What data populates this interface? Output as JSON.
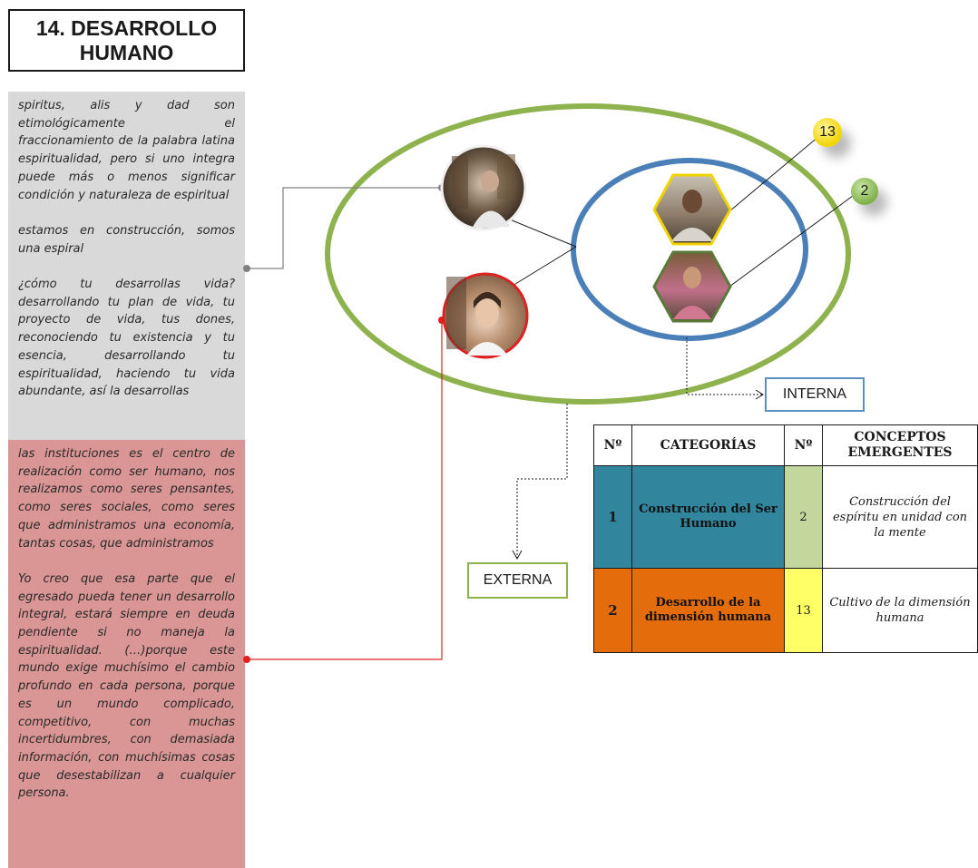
{
  "title": "14. DESARROLLO HUMANO",
  "quotes_gray": [
    "spiritus, alis y dad son etimológicamente el fraccionamiento de la palabra latina espiritualidad, pero si uno integra puede más o menos significar condición y naturaleza de espiritual",
    "estamos en construcción, somos una espiral",
    "¿cómo tu desarrollas vida? desarrollando tu plan de vida, tu proyecto de vida, tus dones, reconociendo tu existencia y tu esencia, desarrollando tu espiritualidad, haciendo tu vida abundante, así la desarrollas"
  ],
  "quotes_red": [
    "las instituciones es el centro de realización como ser humano, nos realizamos como seres pensantes, como seres sociales, como seres que administramos una economía, tantas cosas, que administramos",
    "Yo creo que esa parte que el egresado pueda tener un desarrollo integral, estará siempre en deuda pendiente si no maneja la espiritualidad. (…)porque este mundo exige muchísimo el cambio profundo en cada persona, porque es un mundo complicado, competitivo, con muchas incertidumbres, con demasiada información, con muchísimas cosas que desestabilizan a cualquier persona."
  ],
  "diagram": {
    "label_interna": "INTERNA",
    "label_externa": "EXTERNA",
    "count_yellow": "13",
    "count_green": "2",
    "colors": {
      "outer_ellipse": "#8eb34e",
      "inner_ellipse": "#4a7fb8",
      "yellow": "#f2d300",
      "green": "#7fb04a",
      "red_connector": "#e02020"
    }
  },
  "table": {
    "headers": [
      "Nº",
      "CATEGORÍAS",
      "Nº",
      "CONCEPTOS EMERGENTES"
    ],
    "rows": [
      {
        "num": "1",
        "category": "Construcción del Ser Humano",
        "count": "2",
        "emergent": "Construcción del espíritu en unidad con la mente"
      },
      {
        "num": "2",
        "category": "Desarrollo de la dimensión humana",
        "count": "13",
        "emergent": "Cultivo de la dimensión humana"
      }
    ],
    "colors": {
      "row1_category": "#31859c",
      "row1_count": "#c3d69b",
      "row2_category": "#e46c0a",
      "row2_count": "#ffff66"
    }
  }
}
